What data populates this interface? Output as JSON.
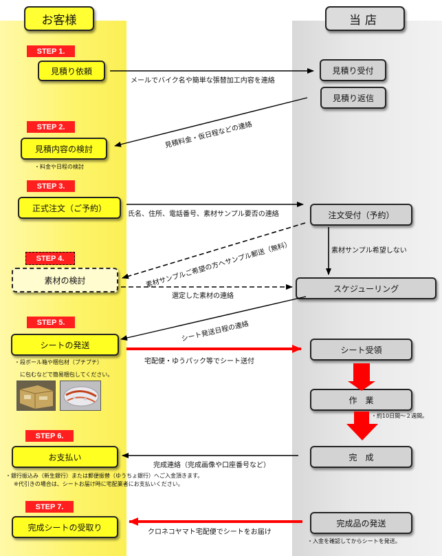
{
  "headers": {
    "customer": "お客様",
    "shop": "当店"
  },
  "steps": [
    "STEP 1.",
    "STEP 2.",
    "STEP 3.",
    "STEP 4.",
    "STEP 5.",
    "STEP 6.",
    "STEP 7."
  ],
  "customer_boxes": {
    "estimate_request": "見積り依頼",
    "estimate_review": "見積内容の検討",
    "formal_order": "正式注文（ご予約）",
    "material_review": "素材の検討",
    "sheet_shipping": "シートの発送",
    "payment": "お支払い",
    "receive_sheet": "完成シートの受取り"
  },
  "shop_boxes": {
    "estimate_received": "見積り受付",
    "estimate_reply": "見積り返信",
    "order_received": "注文受付（予約）",
    "scheduling": "スケジューリング",
    "sheet_received": "シート受領",
    "work": "作　業",
    "complete": "完　成",
    "ship_finished": "完成品の発送"
  },
  "arrow_labels": {
    "a1": "メールでバイク名や簡単な張替加工内容を連絡",
    "a2": "見積料金・仮日程などの連絡",
    "a3": "氏名、住所、電話番号、素材サンプル要否の連絡",
    "a4": "素材サンプルご希望の方へサンプル郵送（無料）",
    "a5": "素材サンプル希望しない",
    "a6": "選定した素材の連絡",
    "a7": "シート発送日程の連絡",
    "a8": "宅配便・ゆうパック等でシート送付",
    "a9": "完成連絡（完成画像や口座番号など）",
    "a10": "クロネコヤマト宅配便でシートをお届け"
  },
  "notes": {
    "n1": "・料金や日程の検討",
    "n2": "・段ボール箱や梱包材（プチプチ）",
    "n3": "に包むなどで簡易梱包してください。",
    "n4": "・約10日間～２週間。",
    "n5": "・銀行振込み（新生銀行）または郵便振替（ゆうちょ銀行）へご入金頂きます。",
    "n6": "※代引きの場合は、シートお届け時に宅配業者にお支払いください。",
    "n7": "・入金を確認してからシートを発送。"
  },
  "colors": {
    "customer_box": "#ffff22",
    "shop_box": "#d3d3d3",
    "step_badge": "#ff1f1f",
    "red_arrow": "#ff0000"
  }
}
